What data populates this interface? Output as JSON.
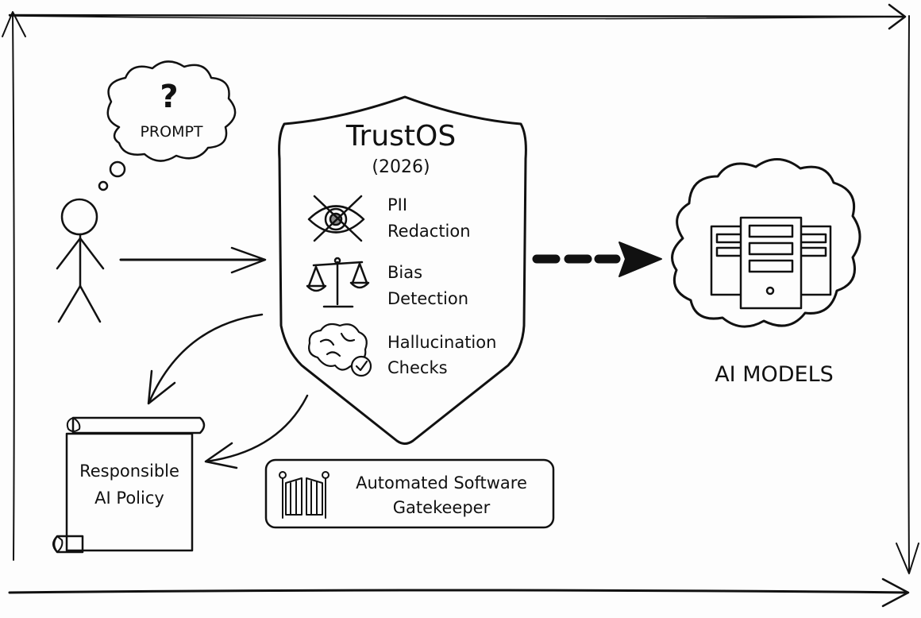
{
  "diagram": {
    "user": {
      "thought_bubble": {
        "symbol": "?",
        "label": "PROMPT"
      }
    },
    "shield": {
      "title": "TrustOS",
      "subtitle": "(2026)",
      "features": [
        {
          "icon": "eye-crossed-icon",
          "line1": "PII",
          "line2": "Redaction"
        },
        {
          "icon": "scales-icon",
          "line1": "Bias",
          "line2": "Detection"
        },
        {
          "icon": "brain-check-icon",
          "line1": "Hallucination",
          "line2": "Checks"
        }
      ]
    },
    "policy": {
      "line1": "Responsible",
      "line2": "AI Policy"
    },
    "gatekeeper": {
      "line1": "Automated Software",
      "line2": "Gatekeeper"
    },
    "models": {
      "label": "AI MODELS"
    }
  },
  "colors": {
    "ink": "#111111",
    "background": "#fdfdfd",
    "hatch": "#c8ccd2",
    "shade": "#bdbdbd"
  }
}
